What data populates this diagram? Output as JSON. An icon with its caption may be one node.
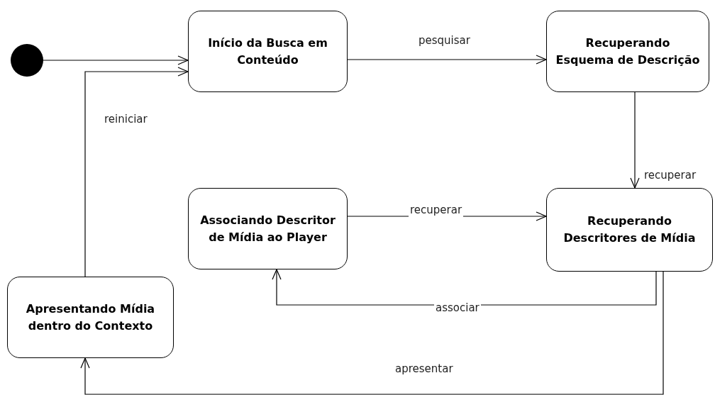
{
  "diagram": {
    "nodes": [
      {
        "text": [],
        "shape": "circle"
      },
      {
        "text": [
          "Início da Busca em Conteúdo"
        ]
      },
      {
        "text": [
          "Recuperando Esquema de Descrição"
        ]
      },
      {
        "text": [
          "Associando Descritor de Mídia ao Player"
        ]
      },
      {
        "text": [
          "Recuperando Descritores de Mídia"
        ]
      },
      {
        "text": [
          "Apresentando Mídia dentro do Contexto"
        ]
      }
    ],
    "edges": [
      {
        "from": 0,
        "to": 1,
        "arrow": "to"
      },
      {
        "from": 5,
        "to": 1,
        "arrow": "to",
        "label": "reiniciar"
      },
      {
        "from": 1,
        "to": 2,
        "arrow": "to",
        "label": "pesquisar"
      },
      {
        "from": 2,
        "to": 4,
        "arrow": "to",
        "label": "recuperar"
      },
      {
        "from": 3,
        "to": 4,
        "arrow": "to",
        "label": "recuperar"
      },
      {
        "from": 4,
        "to": 3,
        "arrow": "to",
        "label": "associar"
      },
      {
        "from": 4,
        "to": 5,
        "arrow": "to",
        "label": "apresentar"
      }
    ]
  }
}
